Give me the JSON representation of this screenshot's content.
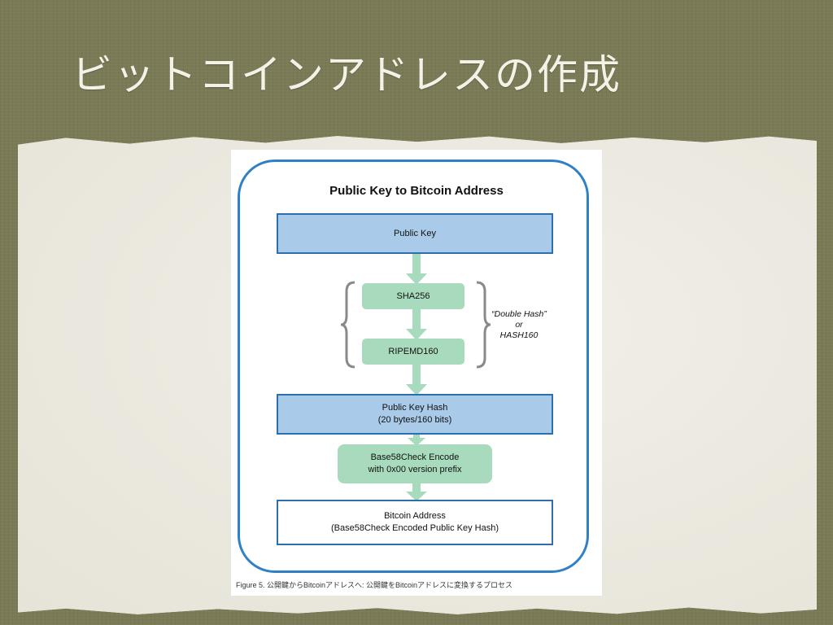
{
  "slide": {
    "title": "ビットコインアドレスの作成"
  },
  "diagram": {
    "title": "Public Key to Bitcoin Address",
    "nodes": [
      {
        "id": "public-key",
        "lines": [
          "Public Key"
        ],
        "style": "blue"
      },
      {
        "id": "sha256",
        "lines": [
          "SHA256"
        ],
        "style": "green"
      },
      {
        "id": "ripemd160",
        "lines": [
          "RIPEMD160"
        ],
        "style": "green"
      },
      {
        "id": "public-key-hash",
        "lines": [
          "Public Key Hash",
          "(20 bytes/160 bits)"
        ],
        "style": "blue"
      },
      {
        "id": "base58check",
        "lines": [
          "Base58Check Encode",
          "with 0x00 version prefix"
        ],
        "style": "green"
      },
      {
        "id": "bitcoin-address",
        "lines": [
          "Bitcoin Address",
          "(Base58Check Encoded Public Key Hash)"
        ],
        "style": "white"
      }
    ],
    "edges": [
      {
        "from": "public-key",
        "to": "sha256"
      },
      {
        "from": "sha256",
        "to": "ripemd160"
      },
      {
        "from": "ripemd160",
        "to": "public-key-hash"
      },
      {
        "from": "public-key-hash",
        "to": "base58check"
      },
      {
        "from": "base58check",
        "to": "bitcoin-address"
      }
    ],
    "annotation": {
      "line1": "“Double Hash”",
      "line2": "or",
      "line3": "HASH160"
    },
    "caption": "Figure 5. 公開鍵からBitcoinアドレスへ: 公開鍵をBitcoinアドレスに変換するプロセス",
    "colors": {
      "frame": "#2f80c6",
      "blue_fill": "#a9cbe9",
      "green_fill": "#a8dbbd",
      "arrow": "#a8dbbd",
      "brace": "#8a8a8a"
    }
  }
}
